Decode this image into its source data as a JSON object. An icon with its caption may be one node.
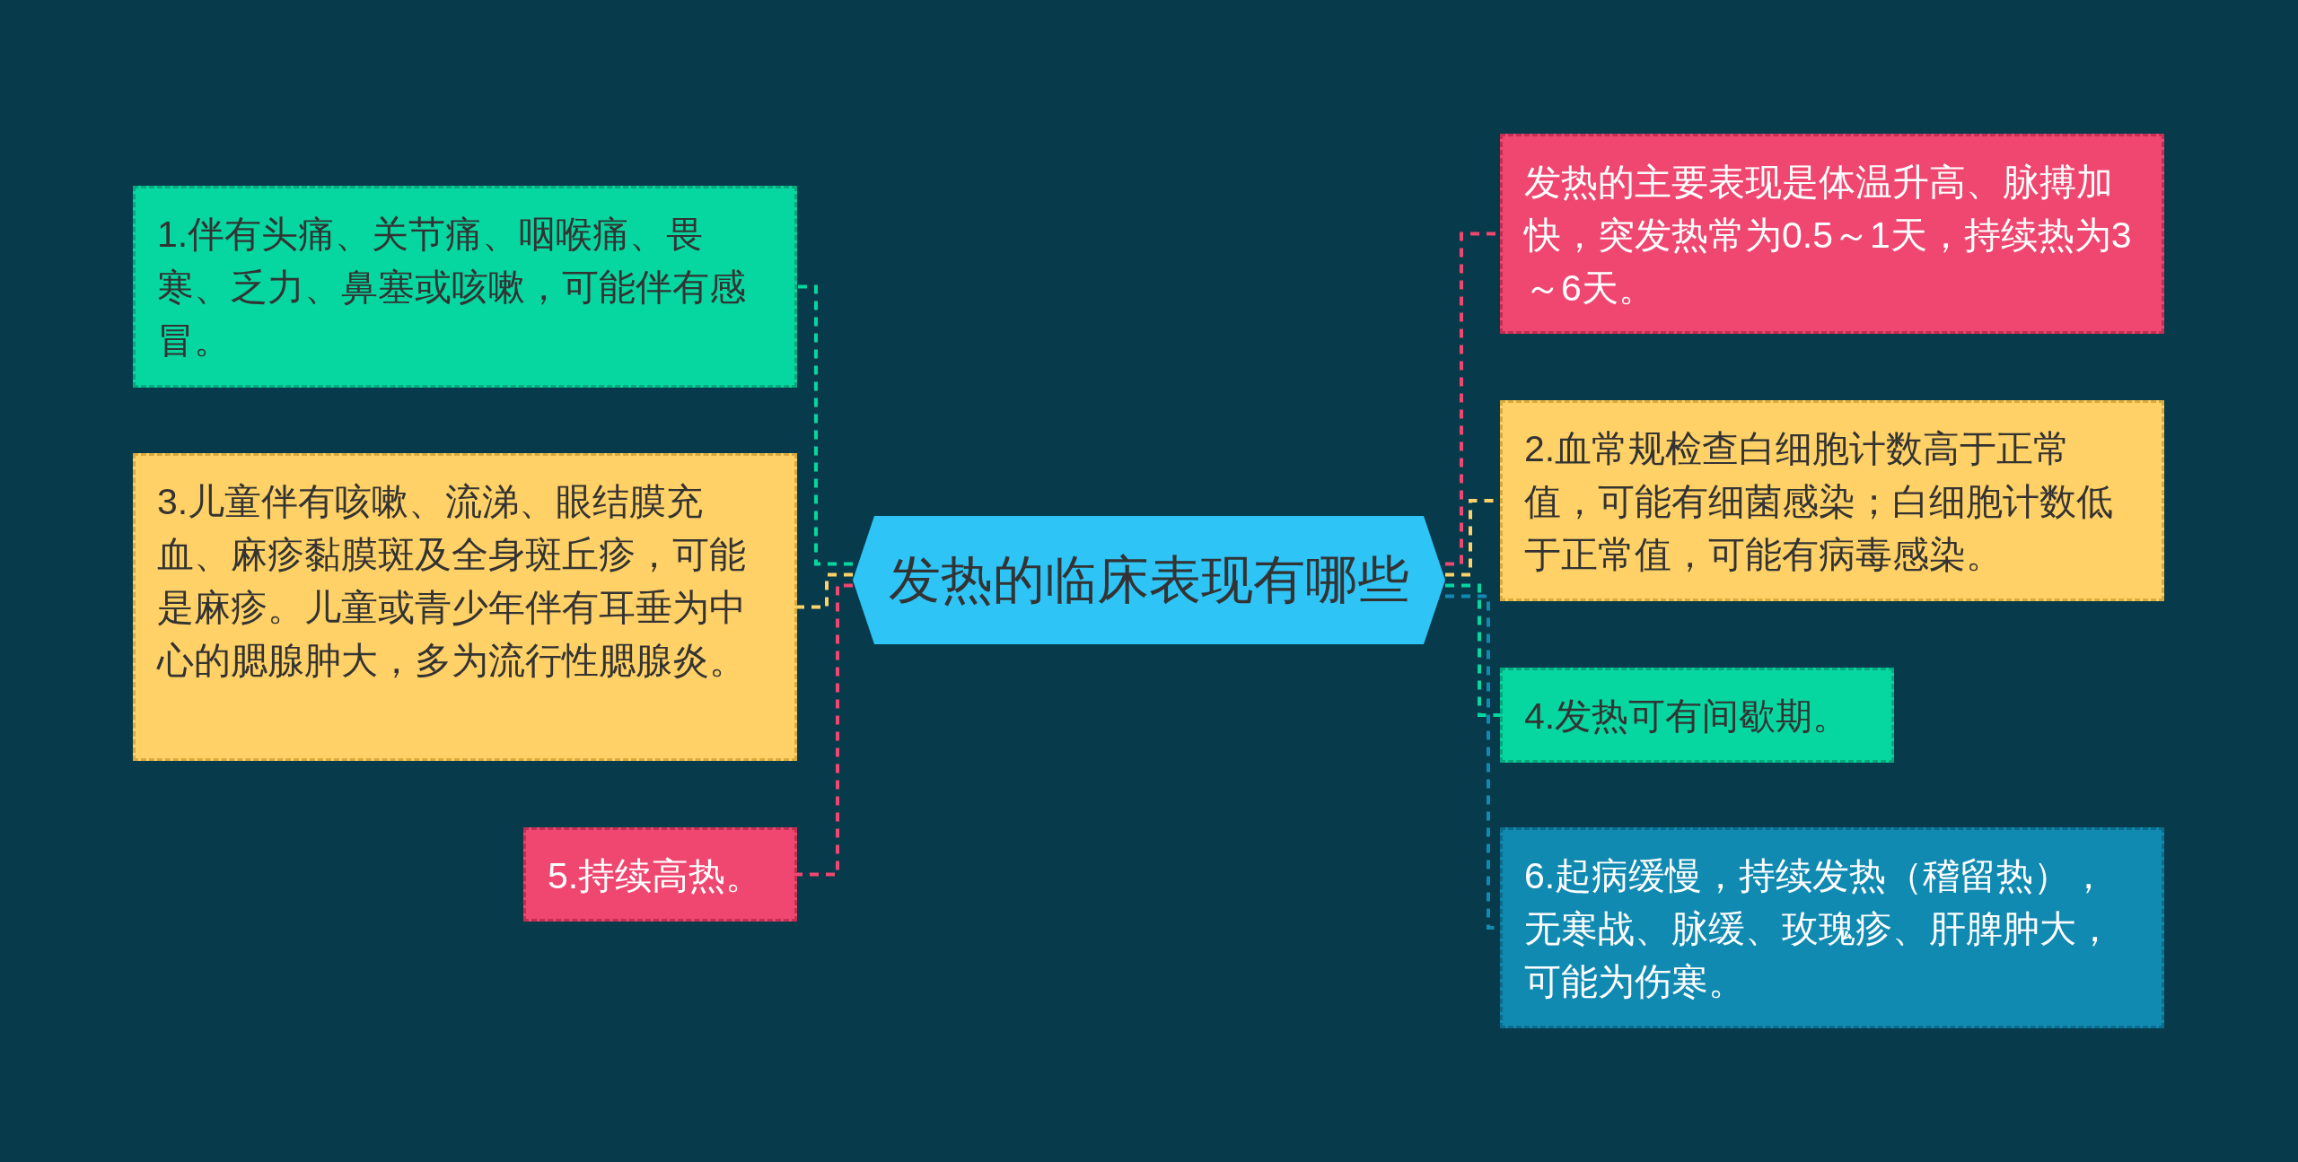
{
  "diagram": {
    "nodes": [
      {
        "text": [
          "发热的临床表现有哪些"
        ]
      },
      {
        "text": [
          "1.伴有头痛、关节痛、咽喉痛、畏寒、乏力、鼻塞或咳嗽，可能伴有感冒。"
        ]
      },
      {
        "text": [
          "3.儿童伴有咳嗽、流涕、眼结膜充血、麻疹黏膜斑及全身斑丘疹，可能是麻疹。儿童或青少年伴有耳垂为中心的腮腺肿大，多为流行性腮腺炎。"
        ]
      },
      {
        "text": [
          "5.持续高热。"
        ]
      },
      {
        "text": [
          "发热的主要表现是体温升高、脉搏加快，突发热常为0.5～1天，持续热为3～6天。"
        ]
      },
      {
        "text": [
          "2.血常规检查白细胞计数高于正常值，可能有细菌感染；白细胞计数低于正常值，可能有病毒感染。"
        ]
      },
      {
        "text": [
          "4.发热可有间歇期。"
        ]
      },
      {
        "text": [
          "6.起病缓慢，持续发热（稽留热），无寒战、脉缓、玫瑰疹、肝脾肿大，可能为伤寒。"
        ]
      }
    ],
    "edges": [
      {
        "from": 0,
        "to": 1,
        "arrow": "none",
        "style": "dashed",
        "color": "#06d6a0"
      },
      {
        "from": 0,
        "to": 2,
        "arrow": "none",
        "style": "dashed",
        "color": "#ffd166"
      },
      {
        "from": 0,
        "to": 3,
        "arrow": "none",
        "style": "dashed",
        "color": "#ef476f"
      },
      {
        "from": 0,
        "to": 4,
        "arrow": "none",
        "style": "dashed",
        "color": "#ef476f"
      },
      {
        "from": 0,
        "to": 5,
        "arrow": "none",
        "style": "dashed",
        "color": "#ffd166"
      },
      {
        "from": 0,
        "to": 6,
        "arrow": "none",
        "style": "dashed",
        "color": "#06d6a0"
      },
      {
        "from": 0,
        "to": 7,
        "arrow": "none",
        "style": "dashed",
        "color": "#118ab2"
      }
    ]
  }
}
